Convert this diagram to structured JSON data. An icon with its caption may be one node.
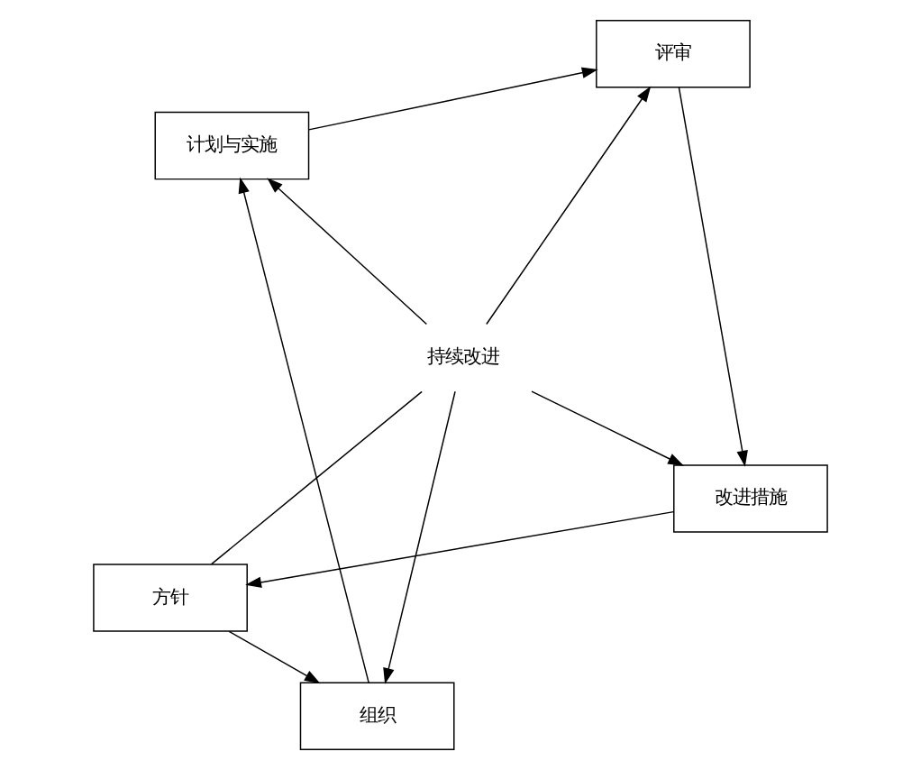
{
  "diagram": {
    "nodes": [
      {
        "text": [
          "方针"
        ]
      },
      {
        "text": [
          "改进措施"
        ]
      },
      {
        "text": [
          "组织"
        ]
      },
      {
        "text": [
          "持续改进"
        ]
      },
      {
        "text": [
          "评审"
        ]
      },
      {
        "text": [
          "计划与实施"
        ]
      }
    ],
    "edges": [
      {
        "from": 0,
        "to": 2,
        "arrow": "to"
      },
      {
        "from": 2,
        "to": 5,
        "arrow": "to"
      },
      {
        "from": 5,
        "to": 4,
        "arrow": "to"
      },
      {
        "from": 4,
        "to": 1,
        "arrow": "to"
      },
      {
        "from": 1,
        "to": 0,
        "arrow": "to"
      },
      {
        "from": 3,
        "to": 0,
        "arrow": "none"
      },
      {
        "from": 3,
        "to": 1,
        "arrow": "to"
      },
      {
        "from": 3,
        "to": 2,
        "arrow": "to"
      },
      {
        "from": 3,
        "to": 4,
        "arrow": "to"
      },
      {
        "from": 3,
        "to": 5,
        "arrow": "to"
      }
    ]
  }
}
